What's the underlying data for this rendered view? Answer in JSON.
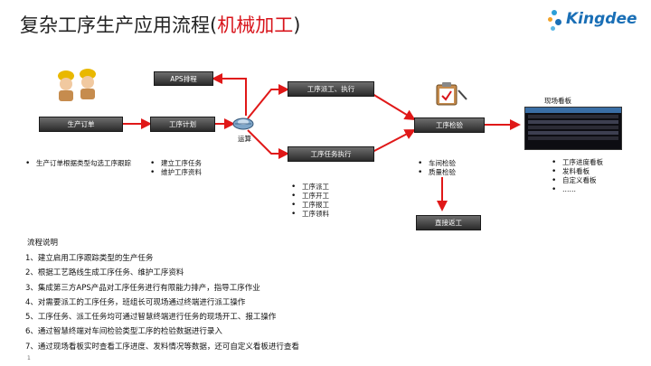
{
  "header": {
    "title_main": "复杂工序生产应用流程(",
    "title_highlight": "机械加工",
    "title_end": ")",
    "logo_text": "Kingdee",
    "brand_color": "#1a6fb6",
    "accent_color": "#d8141b"
  },
  "diagram": {
    "nodes": {
      "production_order": "生产订单",
      "process_plan": "工序计划",
      "aps": "APS排程",
      "dispatch": "工序派工、执行",
      "task_exec": "工序任务执行",
      "inspection": "工序检验",
      "direct_rework": "直接返工"
    },
    "operation_label": "运算",
    "board_label": "现场看板",
    "order_notes": [
      "生产订单根据类型勾选工序跟踪"
    ],
    "plan_notes": [
      "建立工序任务",
      "维护工序资料"
    ],
    "task_notes": [
      "工序派工",
      "工序开工",
      "工序报工",
      "工序领料"
    ],
    "inspection_notes": [
      "车间检验",
      "质量检验"
    ],
    "board_notes": [
      "工序进度看板",
      "发料看板",
      "自定义看板",
      "……"
    ]
  },
  "explanation": {
    "title": "流程说明",
    "steps": [
      "1、建立启用工序跟踪类型的生产任务",
      "2、根据工艺路线生成工序任务、维护工序资料",
      "3、集成第三方APS产品对工序任务进行有限能力排产，指导工序作业",
      "4、对需要派工的工序任务，班组长可现场通过终端进行派工操作",
      "5、工序任务、派工任务均可通过智慧终端进行任务的现场开工、报工操作",
      "6、通过智慧终端对车间检验类型工序的检验数据进行录入",
      "7、通过现场看板实时查看工序进度、发料情况等数据，还可自定义看板进行查看"
    ],
    "page_number": "1"
  }
}
